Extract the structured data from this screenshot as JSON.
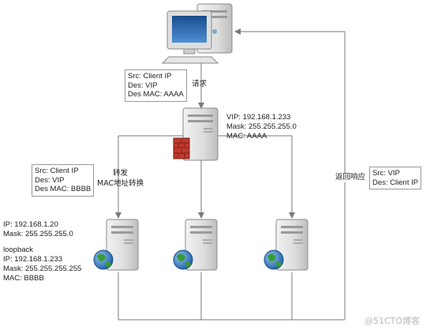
{
  "client_packet": {
    "line1": "Src: Client IP",
    "line2": "Des: VIP",
    "line3": "Des MAC: AAAA"
  },
  "request_label": "请求",
  "director": {
    "vip": "VIP: 192.168.1.233",
    "mask": "Mask: 255.255.255.0",
    "mac": "MAC: AAAA"
  },
  "forward_packet": {
    "line1": "Src: Client IP",
    "line2": "Des: VIP",
    "line3": "Des MAC: BBBB"
  },
  "forward_label": {
    "line1": "转发",
    "line2": "MAC地址转换"
  },
  "real_server": {
    "ip": "IP: 192.168.1.20",
    "mask": "Mask: 255.255.255.0",
    "loopback": "loopback",
    "lo_ip": "IP: 192.168.1.233",
    "lo_mask": "Mask: 255.255.255.255",
    "mac": "MAC: BBBB"
  },
  "return_label": "返回响应",
  "return_packet": {
    "line1": "Src: VIP",
    "line2": "Des: Client IP"
  },
  "watermark": "@51CTO博客",
  "colors": {
    "line": "#7a7a7a",
    "firewall": "#c0392b",
    "globe_blue": "#2f6fb0",
    "globe_green": "#3a9a3a"
  }
}
